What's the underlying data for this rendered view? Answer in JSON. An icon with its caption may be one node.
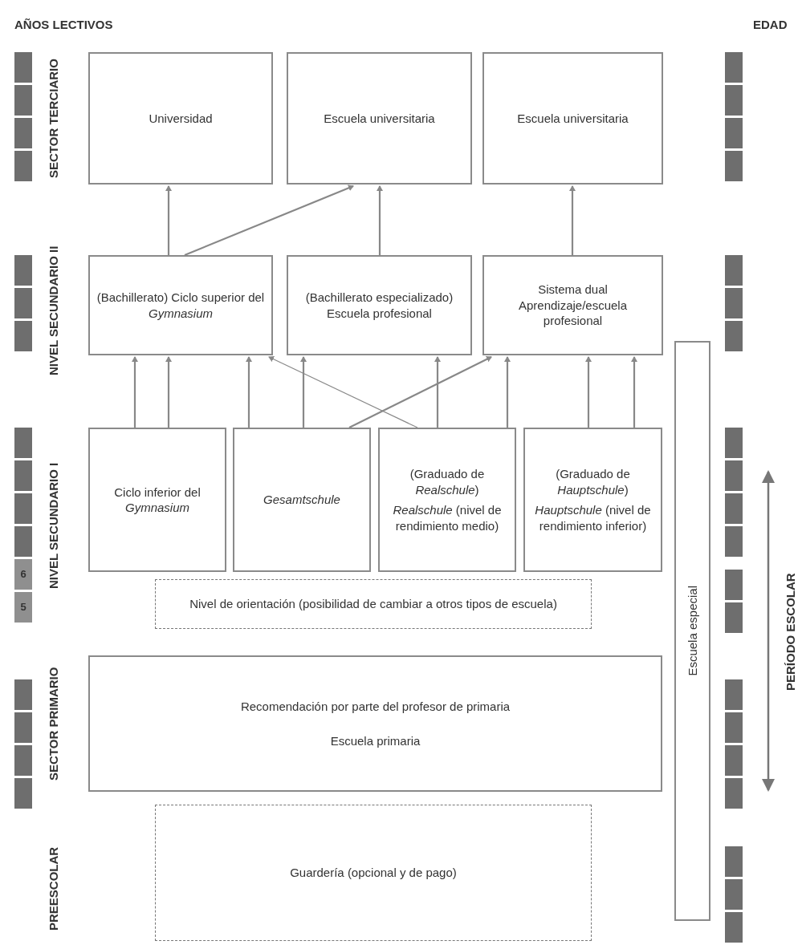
{
  "diagram": {
    "nodes": [
      {
        "text": [
          "Universidad"
        ]
      },
      {
        "text": [
          "Escuela universitaria"
        ]
      },
      {
        "text": [
          "Escuela universitaria"
        ]
      },
      {
        "text": [
          "(Bachillerato) Ciclo superior del *Gymnasium*"
        ]
      },
      {
        "text": [
          "(Bachillerato especializado) Escuela profesional"
        ]
      },
      {
        "text": [
          "Sistema dual Aprendizaje/escuela profesional"
        ]
      },
      {
        "text": [
          "Ciclo inferior del *Gymnasium*"
        ]
      },
      {
        "text": [
          "*Gesamtschule*"
        ]
      },
      {
        "text": [
          "(Graduado de *Realschule*)",
          "*Realschule* (nivel de rendimiento medio)"
        ]
      },
      {
        "text": [
          "(Graduado de *Hauptschule*)",
          "*Hauptschule* (nivel de rendimiento inferior)"
        ]
      },
      {
        "text": [
          "Nivel de orientación (posibilidad de cambiar a otros tipos de escuela)"
        ]
      },
      {
        "text": [
          "Recomendación por parte del profesor de primaria",
          "Escuela primaria"
        ]
      },
      {
        "text": [
          "Guardería (opcional y de pago)"
        ]
      },
      {
        "text": [
          "Escuela especial"
        ]
      }
    ],
    "edges": [
      {
        "from": 3,
        "to": 0,
        "arrow": "to"
      },
      {
        "from": 3,
        "to": 1,
        "arrow": "to"
      },
      {
        "from": 4,
        "to": 1,
        "arrow": "to"
      },
      {
        "from": 5,
        "to": 2,
        "arrow": "to"
      },
      {
        "from": 6,
        "to": 3,
        "arrow": "to"
      },
      {
        "from": 6,
        "to": 3,
        "arrow": "to"
      },
      {
        "from": 7,
        "to": 3,
        "arrow": "to"
      },
      {
        "from": 7,
        "to": 4,
        "arrow": "to"
      },
      {
        "from": 7,
        "to": 5,
        "arrow": "to"
      },
      {
        "from": 8,
        "to": 3,
        "arrow": "to"
      },
      {
        "from": 8,
        "to": 4,
        "arrow": "to"
      },
      {
        "from": 8,
        "to": 5,
        "arrow": "to"
      },
      {
        "from": 9,
        "to": 5,
        "arrow": "to"
      },
      {
        "from": 9,
        "to": 5,
        "arrow": "to"
      }
    ],
    "labels": [
      "AÑOS LECTIVOS",
      "EDAD",
      "SECTOR TERCIARIO",
      "NIVEL SECUNDARIO II",
      "NIVEL SECUNDARIO I",
      "6",
      "5",
      "PERÍODO ESCOLAR",
      "SECTOR PRIMARIO",
      "PREESCOLAR"
    ]
  }
}
